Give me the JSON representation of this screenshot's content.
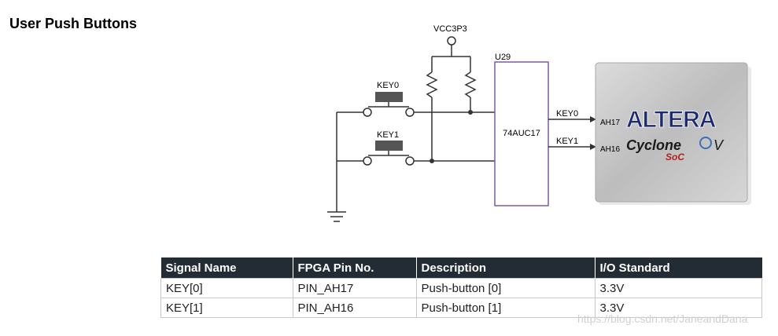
{
  "title": "User Push Buttons",
  "schematic": {
    "vcc_label": "VCC3P3",
    "ic_ref": "U29",
    "ic_part": "74AUC17",
    "key0_label": "KEY0",
    "key1_label": "KEY1",
    "out_key0": "KEY0",
    "out_key1": "KEY1",
    "pin_ah17": "AH17",
    "pin_ah16": "AH16",
    "chip_brand": "ALTERA",
    "chip_family": "Cyclone",
    "chip_version": "V",
    "chip_variant": "SoC"
  },
  "table": {
    "headers": [
      "Signal Name",
      "FPGA Pin No.",
      "Description",
      "I/O Standard"
    ],
    "rows": [
      [
        "KEY[0]",
        "PIN_AH17",
        "Push-button [0]",
        "3.3V"
      ],
      [
        "KEY[1]",
        "PIN_AH16",
        "Push-button [1]",
        "3.3V"
      ]
    ]
  },
  "watermark": "https://blog.csdn.net/JaneandDana",
  "colors": {
    "header_bg": "#232b34",
    "ic_border": "#7b5aa6",
    "brand": "#1c2a6e",
    "soc": "#b22222"
  }
}
